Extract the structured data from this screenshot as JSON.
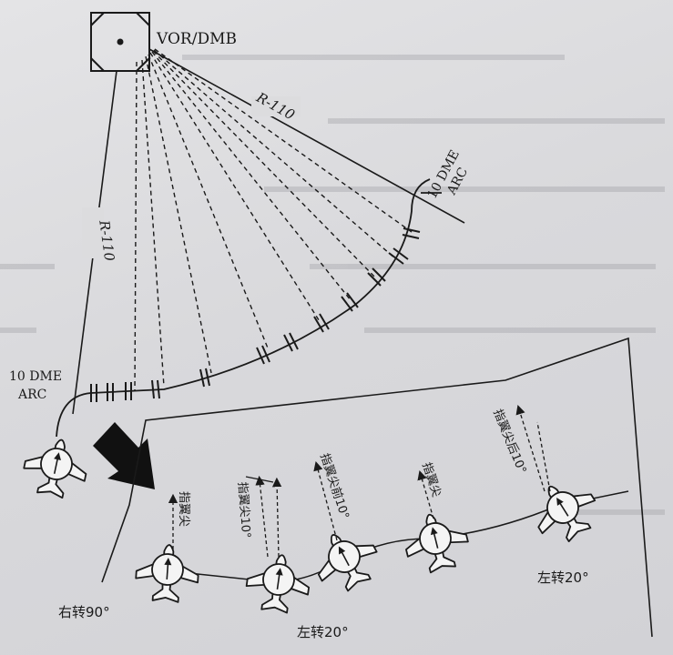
{
  "station": {
    "label": "VOR/DMB"
  },
  "radials": {
    "outbound_right": "R-110",
    "inbound_left": "R-110"
  },
  "arcs": {
    "arc_left": [
      "10 DME",
      "ARC"
    ],
    "arc_right": [
      "10 DME",
      "ARC"
    ]
  },
  "turns": {
    "right_90": "右转90°",
    "left_20_a": "左转20°",
    "left_20_b": "左转20°"
  },
  "wingtip_labels": {
    "t1": "指翼尖",
    "t2": "指翼尖10°",
    "t3": "指翼尖前10°",
    "t4": "指翼尖",
    "t5": "指翼尖后10°"
  },
  "colors": {
    "ink": "#1a1a1a",
    "background": "#dcdcde"
  },
  "icons": [
    "vor-dme-station-icon",
    "aircraft-icon",
    "heading-arrow-icon",
    "dme-tick-icon"
  ]
}
